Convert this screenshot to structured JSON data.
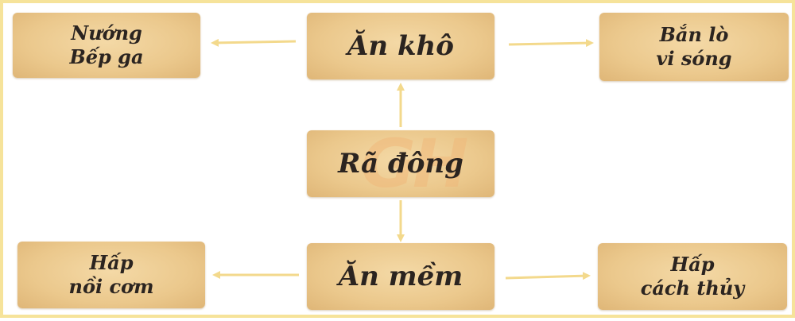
{
  "nodes": {
    "center": "Rã đông",
    "top": "Ăn khô",
    "bottom": "Ăn mềm",
    "top_left": [
      "Nướng",
      "Bếp ga"
    ],
    "top_right": [
      "Bắn lò",
      "vi sóng"
    ],
    "bottom_left": [
      "Hấp",
      "nồi cơm"
    ],
    "bottom_right": [
      "Hấp",
      "cách thủy"
    ]
  },
  "watermark": "GH",
  "colors": {
    "border": "#f6e39a",
    "arrow": "#f3d98c",
    "box": "#ebc88c",
    "text": "#2b2420"
  }
}
